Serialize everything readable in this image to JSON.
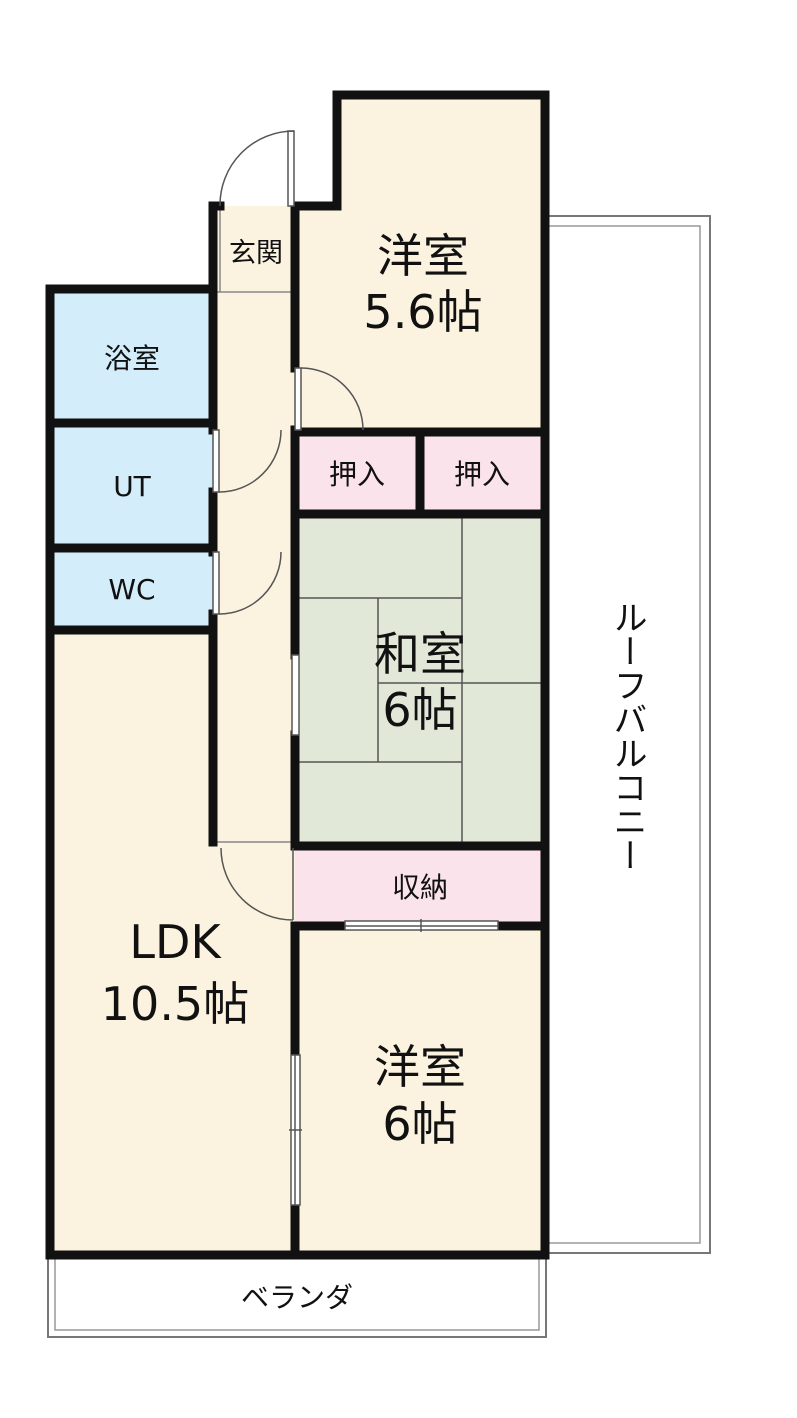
{
  "plan": {
    "colors": {
      "wall": "#111111",
      "western": "#fbf3df",
      "corridor": "#fbf3df",
      "wet": "#d3eefa",
      "tatami": "#e2e8d8",
      "closet": "#fbe3ec",
      "outdoor": "#ffffff",
      "thin": "#777777"
    },
    "rooms": {
      "western_north": {
        "name": "洋室",
        "size": "5.6帖"
      },
      "entrance": {
        "name": "玄関"
      },
      "bath": {
        "name": "浴室"
      },
      "ut": {
        "name": "UT"
      },
      "wc": {
        "name": "WC"
      },
      "closet_a": {
        "name": "押入"
      },
      "closet_b": {
        "name": "押入"
      },
      "japanese": {
        "name": "和室",
        "size": "6帖"
      },
      "storage": {
        "name": "収納"
      },
      "ldk": {
        "name": "LDK",
        "size": "10.5帖"
      },
      "western_south": {
        "name": "洋室",
        "size": "6帖"
      }
    },
    "outdoor": {
      "roof_balcony": "ルーフバルコニー",
      "veranda": "ベランダ"
    }
  }
}
